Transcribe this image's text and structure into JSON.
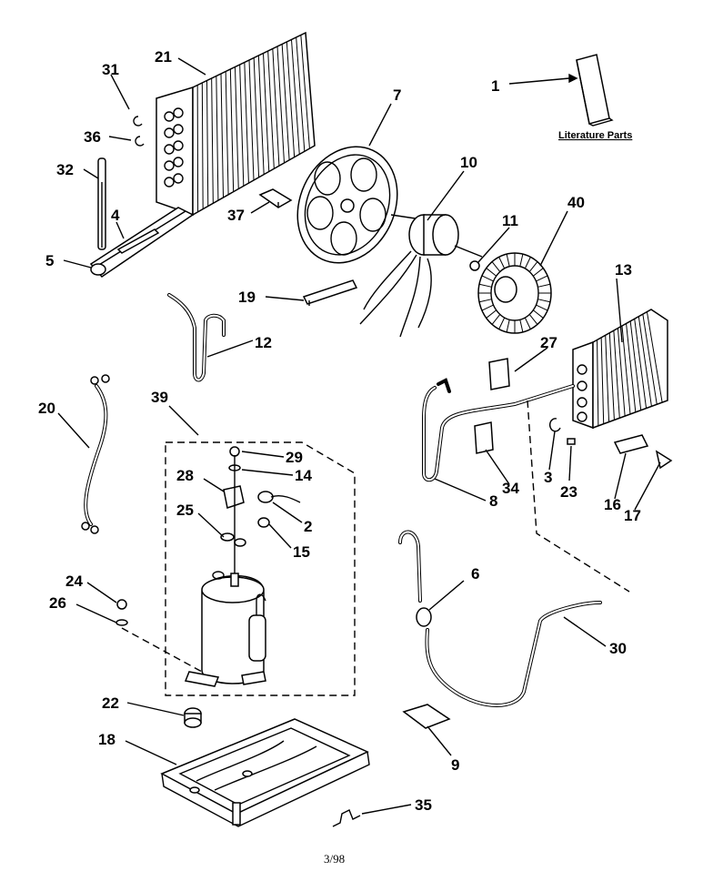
{
  "literature_label": "Literature Parts",
  "page_footer": "3/98",
  "callouts": [
    {
      "id": "c1",
      "text": "1"
    },
    {
      "id": "c2",
      "text": "2"
    },
    {
      "id": "c3",
      "text": "3"
    },
    {
      "id": "c4",
      "text": "4"
    },
    {
      "id": "c5",
      "text": "5"
    },
    {
      "id": "c6",
      "text": "6"
    },
    {
      "id": "c7",
      "text": "7"
    },
    {
      "id": "c8",
      "text": "8"
    },
    {
      "id": "c9",
      "text": "9"
    },
    {
      "id": "c10",
      "text": "10"
    },
    {
      "id": "c11",
      "text": "11"
    },
    {
      "id": "c12",
      "text": "12"
    },
    {
      "id": "c13",
      "text": "13"
    },
    {
      "id": "c14",
      "text": "14"
    },
    {
      "id": "c15",
      "text": "15"
    },
    {
      "id": "c16",
      "text": "16"
    },
    {
      "id": "c17",
      "text": "17"
    },
    {
      "id": "c18",
      "text": "18"
    },
    {
      "id": "c19",
      "text": "19"
    },
    {
      "id": "c20",
      "text": "20"
    },
    {
      "id": "c21",
      "text": "21"
    },
    {
      "id": "c22",
      "text": "22"
    },
    {
      "id": "c23",
      "text": "23"
    },
    {
      "id": "c24",
      "text": "24"
    },
    {
      "id": "c25",
      "text": "25"
    },
    {
      "id": "c26",
      "text": "26"
    },
    {
      "id": "c27",
      "text": "27"
    },
    {
      "id": "c28",
      "text": "28"
    },
    {
      "id": "c29",
      "text": "29"
    },
    {
      "id": "c30",
      "text": "30"
    },
    {
      "id": "c31",
      "text": "31"
    },
    {
      "id": "c32",
      "text": "32"
    },
    {
      "id": "c34",
      "text": "34"
    },
    {
      "id": "c35",
      "text": "35"
    },
    {
      "id": "c36",
      "text": "36"
    },
    {
      "id": "c37",
      "text": "37"
    },
    {
      "id": "c39",
      "text": "39"
    },
    {
      "id": "c40",
      "text": "40"
    }
  ]
}
